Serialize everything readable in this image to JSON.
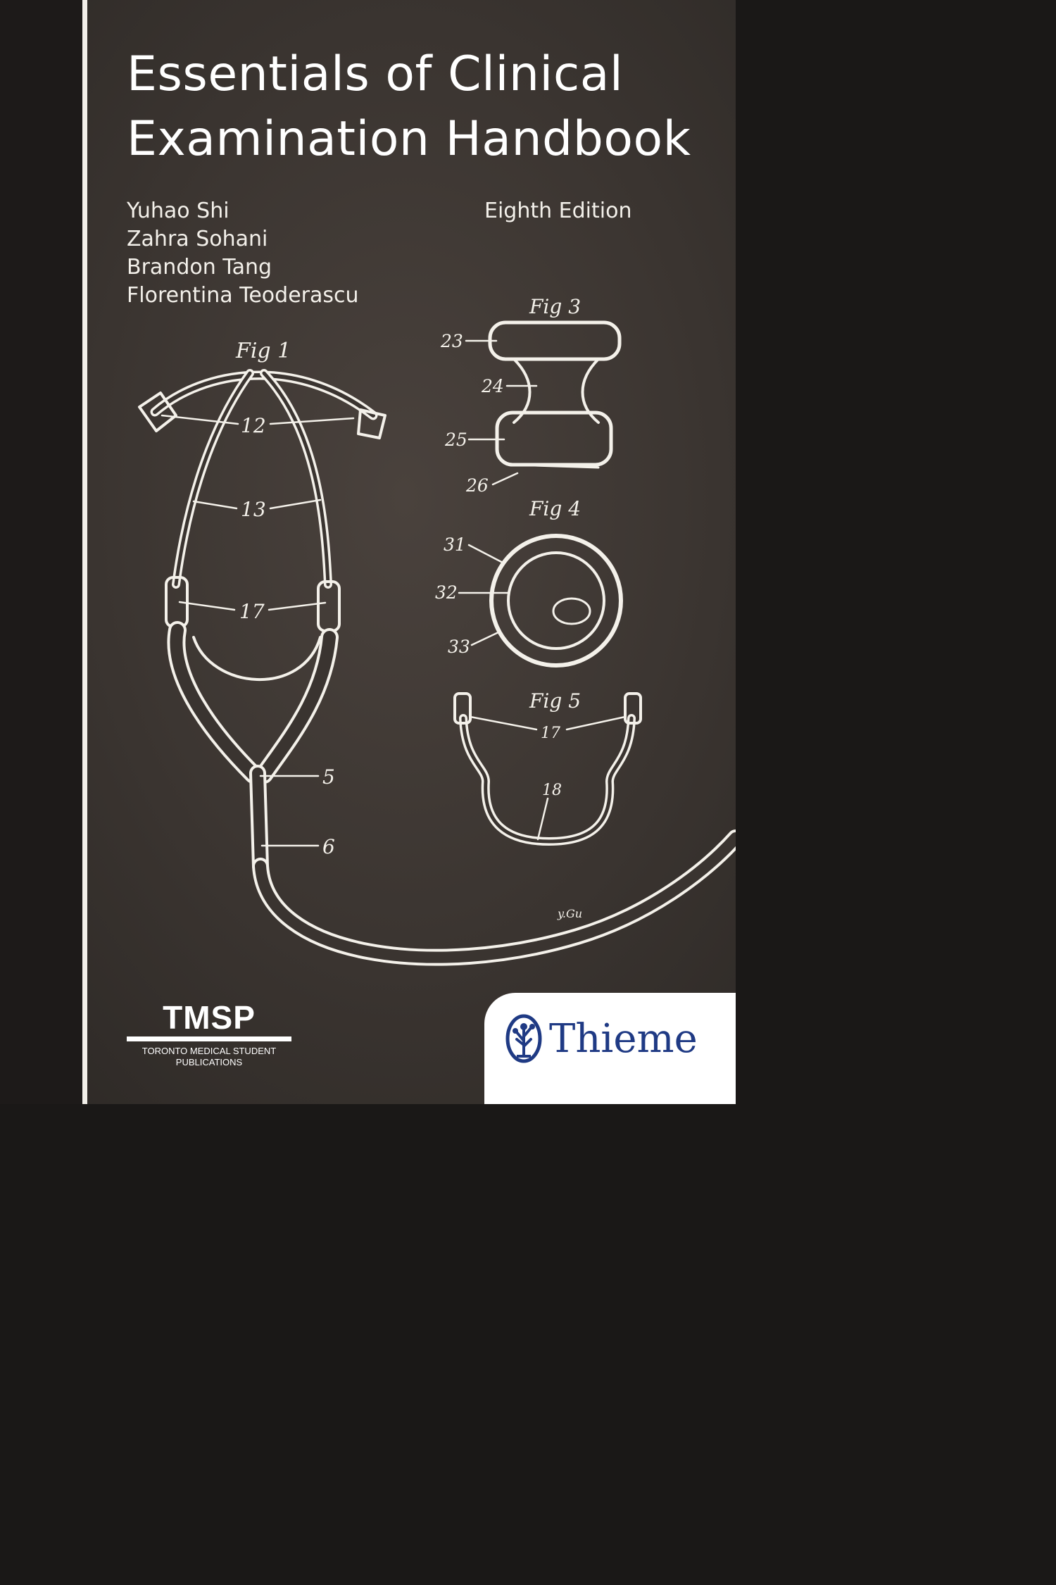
{
  "book": {
    "title_line1": "Essentials of Clinical",
    "title_line2": "Examination Handbook",
    "authors": [
      "Yuhao Shi",
      "Zahra Sohani",
      "Brandon Tang",
      "Florentina Teoderascu"
    ],
    "edition": "Eighth Edition"
  },
  "illustration": {
    "fig1_label": "Fig 1",
    "fig3_label": "Fig 3",
    "fig4_label": "Fig 4",
    "fig5_label": "Fig 5",
    "callouts": {
      "c12": "12",
      "c13": "13",
      "c17": "17",
      "c5": "5",
      "c6": "6",
      "c23": "23",
      "c24": "24",
      "c25": "25",
      "c26": "26",
      "c31": "31",
      "c32": "32",
      "c33": "33",
      "f5_17": "17",
      "f5_18": "18"
    },
    "signature": "y.Gu"
  },
  "tmsp": {
    "mark": "TMSP",
    "line1": "TORONTO MEDICAL STUDENT",
    "line2": "PUBLICATIONS"
  },
  "publisher": {
    "name": "Thieme"
  },
  "colors": {
    "chalkboard": "#3a3430",
    "spine": "#1d1a19",
    "chalk": "#f3f0ea",
    "publisher_blue": "#1f3a84"
  }
}
